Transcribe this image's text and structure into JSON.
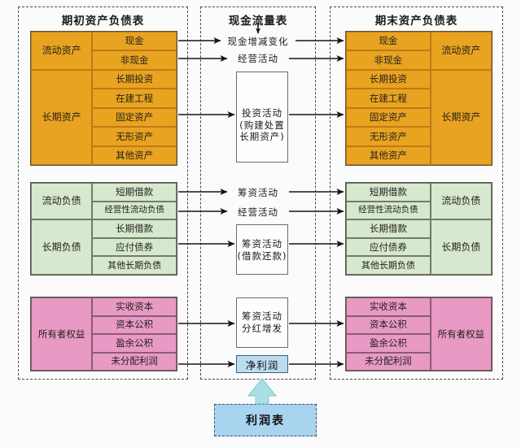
{
  "panels": {
    "opening": {
      "title": "期初资产负债表"
    },
    "cashflow": {
      "title": "现金流量表"
    },
    "closing": {
      "title": "期末资产负债表"
    }
  },
  "opening_balance_sheet": {
    "assets": {
      "groups": [
        {
          "label": "流动资产",
          "items": [
            "现金",
            "非现金"
          ]
        },
        {
          "label": "长期资产",
          "items": [
            "长期投资",
            "在建工程",
            "固定资产",
            "无形资产",
            "其他资产"
          ]
        }
      ],
      "color": "#e8a321"
    },
    "liabilities": {
      "groups": [
        {
          "label": "流动负债",
          "items": [
            "短期借款",
            "经营性流动负债"
          ]
        },
        {
          "label": "长期负债",
          "items": [
            "长期借款",
            "应付债券",
            "其他长期负债"
          ]
        }
      ],
      "color": "#d6e8cd"
    },
    "equity": {
      "groups": [
        {
          "label": "所有者权益",
          "items": [
            "实收资本",
            "资本公积",
            "盈余公积",
            "未分配利润"
          ]
        }
      ],
      "color": "#e89ac4"
    }
  },
  "closing_balance_sheet": {
    "assets": {
      "groups": [
        {
          "label": "流动资产",
          "items": [
            "现金",
            "非现金"
          ]
        },
        {
          "label": "长期资产",
          "items": [
            "长期投资",
            "在建工程",
            "固定资产",
            "无形资产",
            "其他资产"
          ]
        }
      ]
    },
    "liabilities": {
      "groups": [
        {
          "label": "流动负债",
          "items": [
            "短期借款",
            "经营性流动负债"
          ]
        },
        {
          "label": "长期负债",
          "items": [
            "长期借款",
            "应付债券",
            "其他长期负债"
          ]
        }
      ]
    },
    "equity": {
      "groups": [
        {
          "label": "所有者权益",
          "items": [
            "实收资本",
            "资本公积",
            "盈余公积",
            "未分配利润"
          ]
        }
      ]
    }
  },
  "cashflow_items": {
    "cash_change": "现金增减变化",
    "operating_1": "经营活动",
    "investing_line1": "投资活动",
    "investing_line2": "(购建处置",
    "investing_line3": "长期资产)",
    "financing_1": "筹资活动",
    "operating_2": "经营活动",
    "financing_loan_line1": "筹资活动",
    "financing_loan_line2": "(借款还款)",
    "financing_div_line1": "筹资活动",
    "financing_div_line2": "分红增发",
    "net_profit": "净利润"
  },
  "income_statement": {
    "label": "利润表"
  },
  "colors": {
    "asset": "#e8a321",
    "liability": "#d6e8cd",
    "equity": "#e89ac4",
    "net_profit": "#bcdcf0",
    "income_statement": "#a8d4ef",
    "panel_border": "#4a4a4a",
    "arrow": "#1a1a1a"
  }
}
